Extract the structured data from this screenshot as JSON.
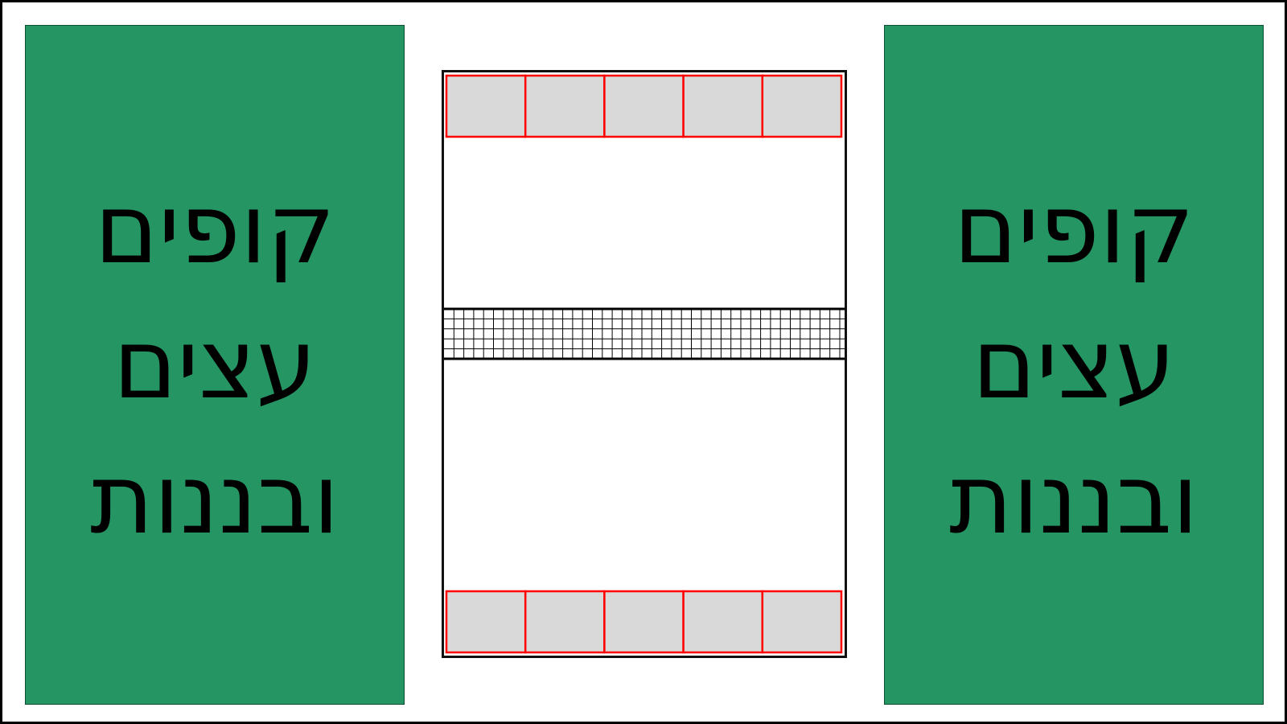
{
  "colors": {
    "panel_green": "#259663",
    "zone_fill": "#d9d9d9",
    "zone_border": "#ff0000",
    "net_line": "#000000",
    "frame": "#000000"
  },
  "left_panel": {
    "lines": [
      "קופים",
      "עצים",
      "ובננות"
    ]
  },
  "right_panel": {
    "lines": [
      "קופים",
      "עצים",
      "ובננות"
    ]
  },
  "court": {
    "top_zone_cells": 5,
    "bottom_zone_cells": 5
  }
}
